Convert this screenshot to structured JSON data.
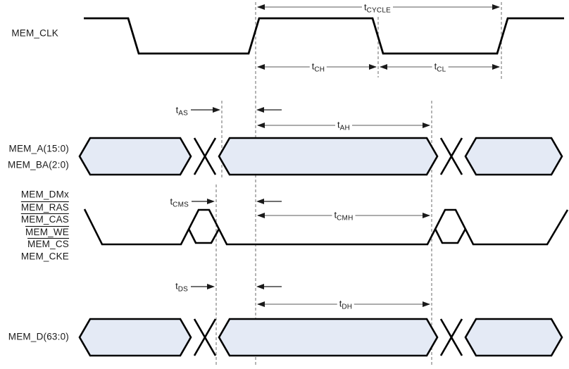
{
  "signals": {
    "clock": {
      "label": "MEM_CLK"
    },
    "address_bus": {
      "line1": "MEM_A(15:0)",
      "line2": "MEM_BA(2:0)"
    },
    "control_group": {
      "rows": [
        {
          "text": "MEM_DMx",
          "overline": false
        },
        {
          "text": "MEM_RAS",
          "overline": true
        },
        {
          "text": "MEM_CAS",
          "overline": true
        },
        {
          "text": "MEM_WE",
          "overline": true
        },
        {
          "text": "MEM_CS",
          "overline": true
        },
        {
          "text": "MEM_CKE",
          "overline": false
        }
      ]
    },
    "data_bus": {
      "label": "MEM_D(63:0)"
    }
  },
  "timing_params": {
    "tcycle": {
      "base": "t",
      "sub": "CYCLE"
    },
    "tch": {
      "base": "t",
      "sub": "CH"
    },
    "tcl": {
      "base": "t",
      "sub": "CL"
    },
    "tas": {
      "base": "t",
      "sub": "AS"
    },
    "tah": {
      "base": "t",
      "sub": "AH"
    },
    "tcms": {
      "base": "t",
      "sub": "CMS"
    },
    "tcmh": {
      "base": "t",
      "sub": "CMH"
    },
    "tds": {
      "base": "t",
      "sub": "DS"
    },
    "tdh": {
      "base": "t",
      "sub": "DH"
    }
  },
  "colors": {
    "bus_fill": "#e4eaf5",
    "signal_line": "#000000",
    "annotation_line": "#7a7a7a",
    "dashed_guide": "#8c8c8c"
  }
}
